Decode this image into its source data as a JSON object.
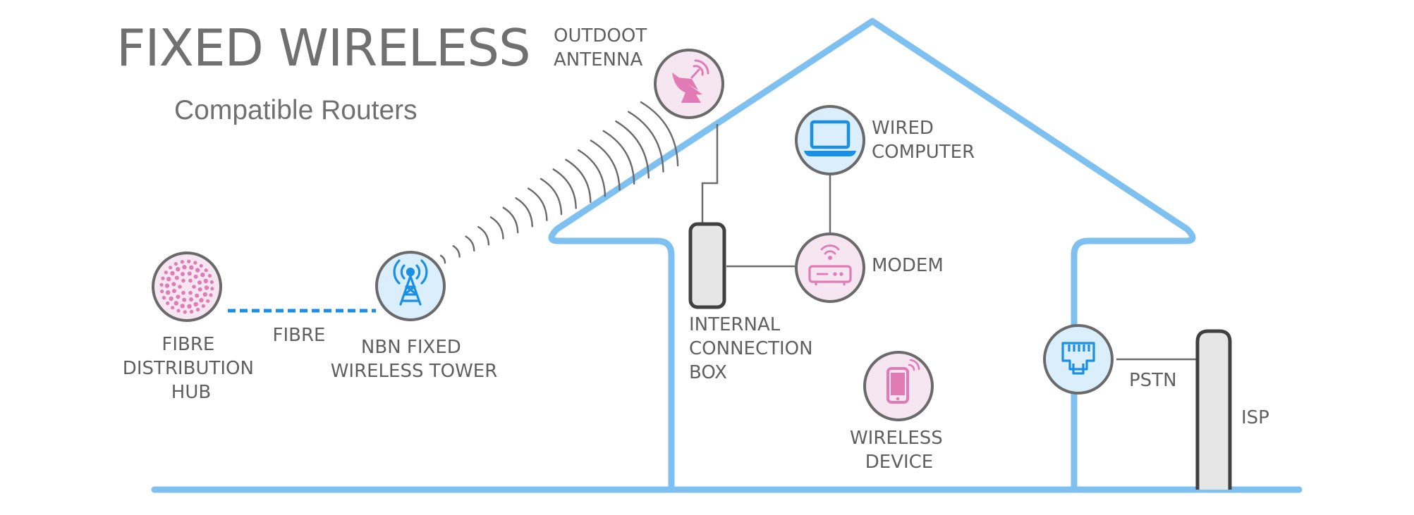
{
  "header": {
    "title": "FIXED WIRELESS",
    "subtitle": "Compatible Routers"
  },
  "labels": {
    "outdoor_antenna": [
      "OUTDOOT",
      "ANTENNA"
    ],
    "wired_computer": [
      "WIRED",
      "COMPUTER"
    ],
    "modem": [
      "MODEM"
    ],
    "internal_connection_box": [
      "INTERNAL",
      "CONNECTION",
      "BOX"
    ],
    "fibre_hub": [
      "FIBRE",
      "DISTRIBUTION",
      "HUB"
    ],
    "fibre_link": [
      "FIBRE"
    ],
    "nbn_tower": [
      "NBN FIXED",
      "WIRELESS TOWER"
    ],
    "wireless_device": [
      "WIRELESS",
      "DEVICE"
    ],
    "pstn": [
      "PSTN"
    ],
    "isp": [
      "ISP"
    ]
  },
  "icons": {
    "fibre_hub": "fibre-dots-icon",
    "nbn_tower": "radio-tower-icon",
    "outdoor_antenna": "satellite-dish-icon",
    "wired_computer": "laptop-icon",
    "modem": "router-icon",
    "wireless_device": "smartphone-icon",
    "pstn": "ethernet-port-icon"
  },
  "colors": {
    "house_line": "#7ec0f0",
    "pink_accent": "#e07bb5",
    "pink_fill": "#f6e6f1",
    "blue_accent": "#1a8fe3",
    "blue_fill": "#dbeefc",
    "connector": "#6b6b6b",
    "label_text": "#5f5f5f"
  }
}
